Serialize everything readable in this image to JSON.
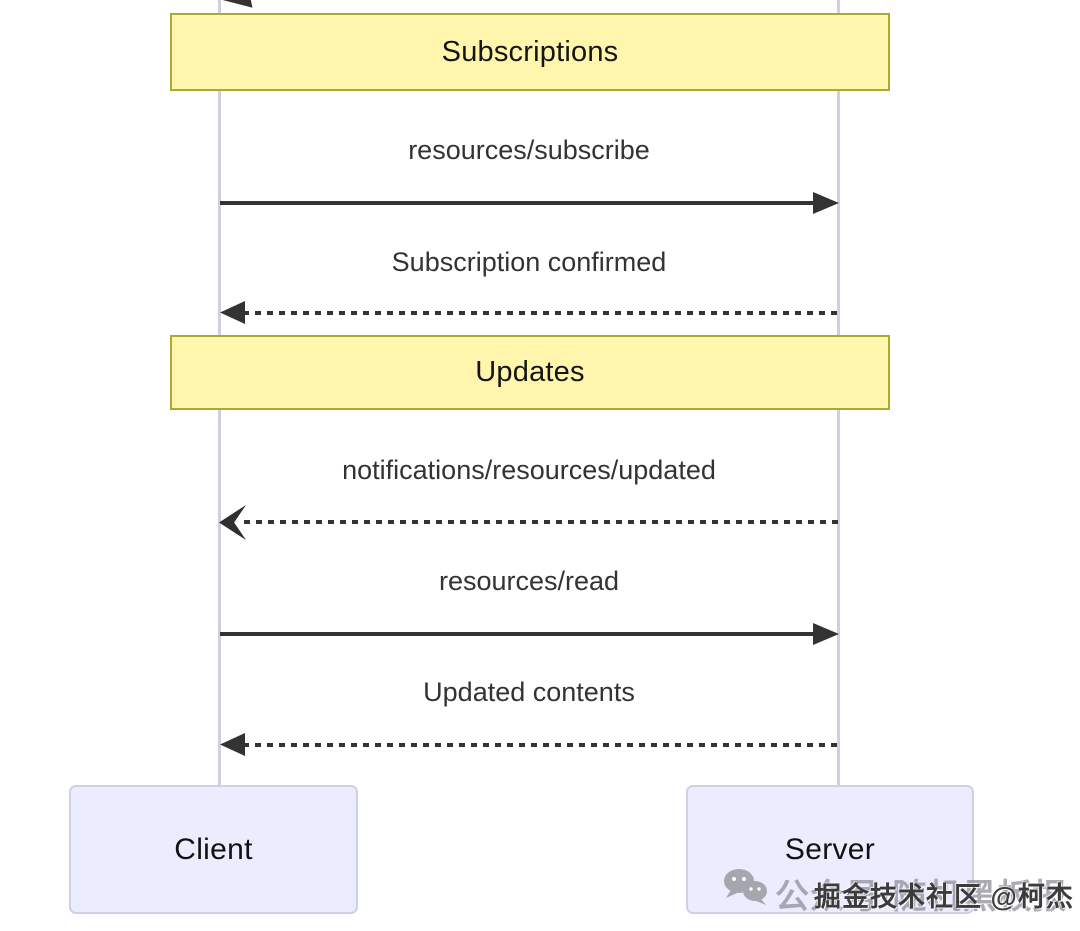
{
  "diagram": {
    "type": "sequence",
    "participants": [
      {
        "label": "Client"
      },
      {
        "label": "Server"
      }
    ],
    "notes": [
      {
        "label": "Subscriptions"
      },
      {
        "label": "Updates"
      }
    ],
    "messages": [
      {
        "label": "resources/subscribe",
        "from": "Client",
        "to": "Server",
        "line": "solid",
        "arrowhead": "filled-triangle-right"
      },
      {
        "label": "Subscription confirmed",
        "from": "Server",
        "to": "Client",
        "line": "dashed",
        "arrowhead": "filled-triangle-left"
      },
      {
        "label": "notifications/resources/updated",
        "from": "Server",
        "to": "Client",
        "line": "dashed",
        "arrowhead": "open-barb-left"
      },
      {
        "label": "resources/read",
        "from": "Client",
        "to": "Server",
        "line": "solid",
        "arrowhead": "filled-triangle-right"
      },
      {
        "label": "Updated contents",
        "from": "Server",
        "to": "Client",
        "line": "dashed",
        "arrowhead": "filled-triangle-left"
      }
    ]
  },
  "watermark": {
    "icon": "wechat-icon",
    "account_text": "公众号·随机黑板报",
    "overlay_text": "掘金技术社区 @柯杰"
  },
  "colors": {
    "note_fill": "#fff5ad",
    "note_border": "#aaaa33",
    "actor_fill": "#ececff",
    "actor_border": "#cfcfe8",
    "lifeline": "#cfcfe4",
    "arrow": "#333333",
    "message_text": "#333333",
    "watermark_gray": "#9a9aa2",
    "watermark_dark": "#3c3c3c"
  }
}
